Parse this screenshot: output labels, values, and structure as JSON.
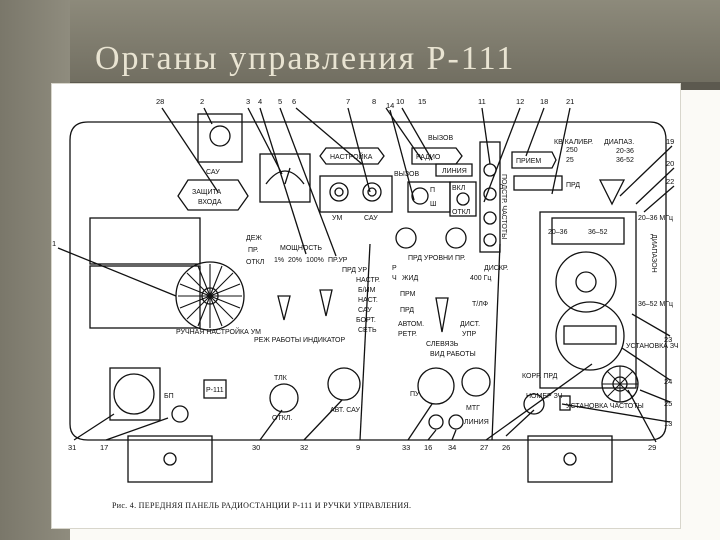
{
  "slide": {
    "title": "Органы управления Р-111"
  },
  "figure": {
    "caption": "Рис. 4. ПЕРЕДНЯЯ ПАНЕЛЬ РАДИОСТАНЦИИ Р-111 И РУЧКИ УПРАВЛЕНИЯ.",
    "callouts": [
      "28",
      "2",
      "3",
      "4",
      "5",
      "7",
      "8",
      "10",
      "15",
      "11",
      "12",
      "18",
      "21",
      "19",
      "20",
      "22",
      "1",
      "23",
      "24",
      "25",
      "13",
      "29",
      "26",
      "27",
      "34",
      "16",
      "33",
      "9",
      "32",
      "30",
      "17",
      "31",
      "14",
      "6"
    ],
    "labels": {
      "sau": "САУ",
      "zashchita": "ЗАЩИТА",
      "vkhoda": "ВХОДА",
      "nastroyka": "НАСТРОЙКА",
      "vyzov": "ВЫЗОВ",
      "radio": "РАДИО",
      "liniya": "ЛИНИЯ",
      "priem": "ПРИЕМ",
      "prd": "ПРД",
      "kv_kalibr": "КВ КАЛИБР.",
      "diapaz": "ДИАПАЗ.",
      "kv_250": "250",
      "kv_25": "25",
      "d_20_36": "20-36",
      "d_36_52": "36-52",
      "um": "УМ",
      "sau2": "САУ",
      "vyzov2": "ВЫЗОВ",
      "p": "П",
      "sh": "Ш",
      "vkl": "ВКЛ",
      "otkl": "ОТКЛ",
      "podstr": "ПОДСТР. ЧАСТОТЫ",
      "dezh": "ДЕЖ",
      "pr": "ПР.",
      "otkl2": "ОТКЛ",
      "moshchnost": "МОЩНОСТЬ",
      "m1": "1%",
      "m20": "20%",
      "m100": "100%",
      "pr_ur": "ПР.УР",
      "prd_ur": "ПРД УР",
      "prd_urovni": "ПРД УРОВНИ ПР.",
      "nastr": "НАСТР.",
      "b_im": "Б/ИМ",
      "nast": "НАСТ.",
      "sau3": "САУ",
      "bort": "БОРТ.",
      "set": "СЕТЬ",
      "rezh": "РЕЖ РАБОТЫ ИНДИКАТОР",
      "ruchnaya": "РУЧНАЯ НАСТРОЙКА УМ",
      "r": "Р",
      "u": "Ч",
      "zhid": "ЖИД",
      "prm": "ПРМ",
      "prd2": "ПРД",
      "avtom": "АВТОМ.",
      "retr": "РЕТР.",
      "diskr": "ДИСКР.",
      "r400": "400 Гц",
      "tlf": "Т/ЛФ",
      "dist": "ДИСТ.",
      "upr": "УПР",
      "slevyazh": "СЛЕВЯЗЬ",
      "vid_raboty": "ВИД РАБОТЫ",
      "d20_36": "20–36",
      "d36_52": "36–52",
      "mgts_a": "20–36 МГц",
      "mgts_b": "36–52 МГц",
      "diapazon": "ДИАПАЗОН",
      "ustanovka_zch": "УСТАНОВКА ЗЧ",
      "korr_prd": "КОРР. ПРД",
      "nomer_zch": "НОМЕР ЗЧ",
      "ustanovka_chastoty": "УСТАНОВКА ЧАСТОТЫ",
      "bp": "БП",
      "r111": "Р-111",
      "tlk": "ТЛК",
      "otkl3": "ОТКЛ.",
      "avt_sau": "АВТ. САУ",
      "pu": "ПУ",
      "mtg": "МТГ",
      "liniya2": "ЛИНИЯ"
    }
  },
  "colors": {
    "ink": "#111111",
    "band": "#7e7b6d",
    "title": "#e9e4d2"
  }
}
